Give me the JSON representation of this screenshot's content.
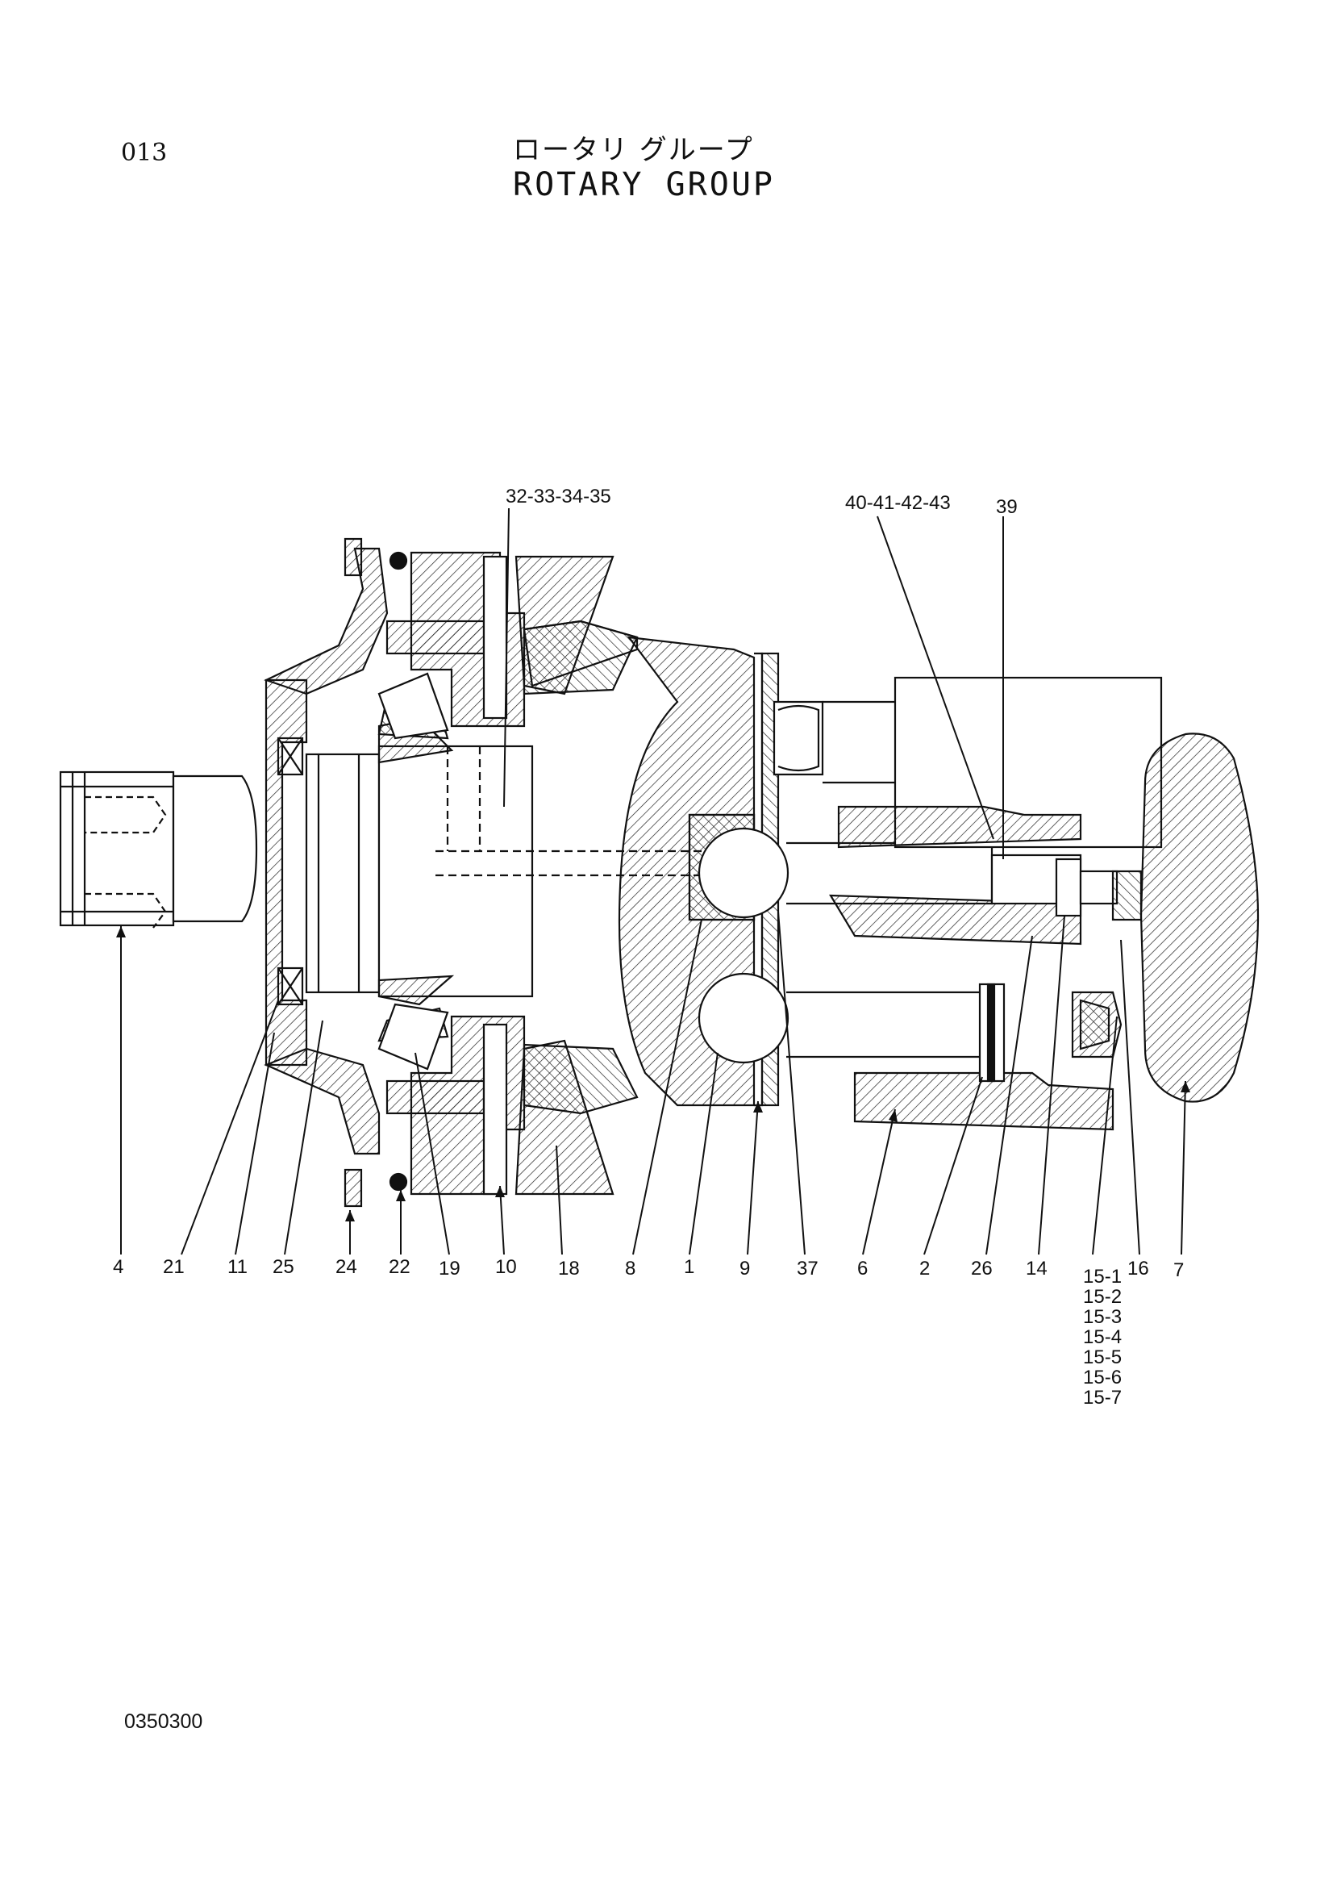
{
  "page_number": "013",
  "title_jp": "ロータリ グループ",
  "title_en": "ROTARY GROUP",
  "document_code": "0350300",
  "callouts": {
    "group_32_35": "32-33-34-35",
    "group_40_43": "40-41-42-43",
    "p39": "39",
    "p4": "4",
    "p21": "21",
    "p11": "11",
    "p25": "25",
    "p24": "24",
    "p22": "22",
    "p19": "19",
    "p10": "10",
    "p18": "18",
    "p8": "8",
    "p1": "1",
    "p9": "9",
    "p37": "37",
    "p6": "6",
    "p2": "2",
    "p26": "26",
    "p14": "14",
    "p16": "16",
    "p7": "7",
    "p15_1": "15-1",
    "p15_2": "15-2",
    "p15_3": "15-3",
    "p15_4": "15-4",
    "p15_5": "15-5",
    "p15_6": "15-6",
    "p15_7": "15-7"
  }
}
